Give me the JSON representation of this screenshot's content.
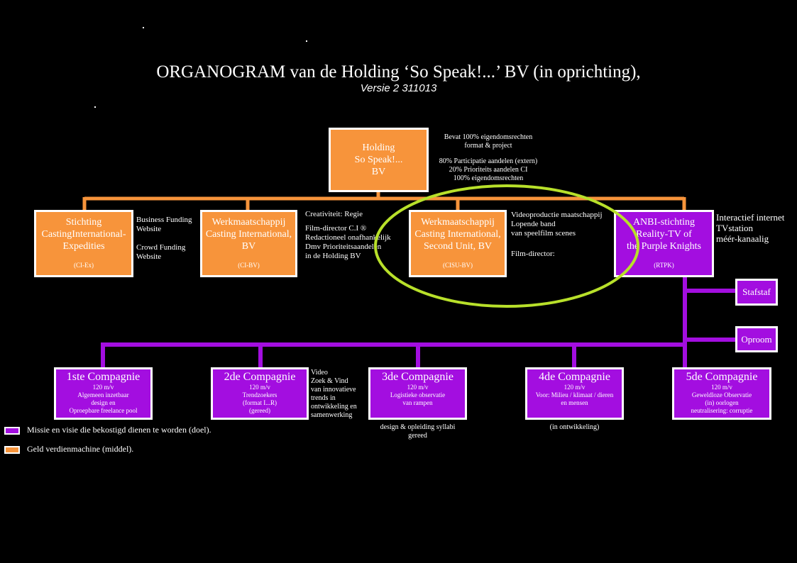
{
  "header": {
    "title": "ORGANOGRAM van de Holding ‘So Speak!...’ BV (in oprichting),",
    "subtitle": "Versie 2 311013"
  },
  "holding": {
    "lines": [
      "Holding",
      "So Speak!...",
      "BV"
    ],
    "note_1": [
      "Bevat 100% eigendomsrechten",
      "format & project"
    ],
    "note_2": [
      "80% Participatie aandelen (extern)",
      "20% Prioriteits aandelen CI",
      "100% eigendomsrechten"
    ]
  },
  "units": [
    {
      "name": [
        "Stichting",
        "CastingInternational-",
        "Expedities"
      ],
      "code": "(CI-Ex)",
      "color": "#f7943b",
      "note": [
        "Business Funding",
        "Website",
        "",
        "Crowd Funding",
        "Website"
      ]
    },
    {
      "name": [
        "Werkmaatschappij",
        "Casting International,",
        "BV"
      ],
      "code": "(CI-BV)",
      "color": "#f7943b",
      "note": [
        "Creativiteit: Regie",
        "",
        "Film-director C.I ®",
        "Redactioneel onafhankelijk",
        "Dmv Prioriteitsaandelen",
        "in de Holding BV"
      ]
    },
    {
      "name": [
        "Werkmaatschappij",
        "Casting International,",
        "Second Unit, BV"
      ],
      "code": "(CISU-BV)",
      "color": "#f7943b",
      "note": [
        "Videoproductie maatschappij",
        "Lopende band",
        "van speelfilm scenes",
        "",
        "Film-director:"
      ]
    },
    {
      "name": [
        "ANBI-stichting",
        "Reality-TV of",
        "the Purple Knights"
      ],
      "code": "(RTPK)",
      "color": "#a30ee0",
      "note": [
        "Interactief internet",
        "TVstation",
        "méér-kanaalig"
      ]
    }
  ],
  "side_tags": [
    "Stafstaf",
    "Oproom"
  ],
  "companies": [
    {
      "name": "1ste Compagnie",
      "size": "120 m/v",
      "lines": [
        "Algemeen inzetbaar",
        "design en",
        "Oproepbare freelance pool"
      ]
    },
    {
      "name": "2de Compagnie",
      "size": "120 m/v",
      "lines": [
        "Trendzoekers",
        "(format I...R)",
        "(gereed)"
      ],
      "note": [
        "Video",
        "Zoek & Vind",
        "van innovatieve",
        "trends in",
        "ontwikkeling en",
        "samenwerking"
      ]
    },
    {
      "name": "3de Compagnie",
      "size": "120 m/v",
      "lines": [
        "Logistieke observatie",
        "van rampen"
      ],
      "below": [
        "design & opleiding syllabi",
        "gereed"
      ]
    },
    {
      "name": "4de Compagnie",
      "size": "120 m/v",
      "lines": [
        "Voor: Milieu / klimaat / dieren",
        "en mensen"
      ],
      "below": [
        "(in ontwikkeling)"
      ]
    },
    {
      "name": "5de Compagnie",
      "size": "120 m/v",
      "lines": [
        "Geweldloze Observatie",
        "(in) oorlogen",
        "neutralisering: corruptie"
      ]
    }
  ],
  "legend": [
    {
      "color": "#a30ee0",
      "label": "Missie en visie die bekostigd dienen te worden (doel)."
    },
    {
      "color": "#f7943b",
      "label": "Geld verdienmachine (middel)."
    }
  ],
  "colors": {
    "orange": "#f7943b",
    "purple": "#a30ee0",
    "highlight": "#b8e02a",
    "background": "#000000"
  }
}
